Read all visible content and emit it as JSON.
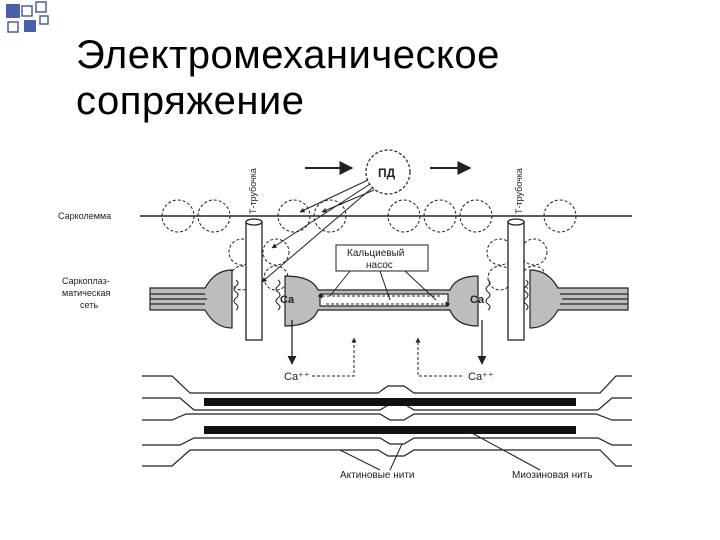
{
  "title": {
    "line1": "Электромеханическое",
    "line2": "сопряжение"
  },
  "diagram": {
    "ap_label": "ПД",
    "t_tubule_left": "Т-трубочка",
    "t_tubule_right": "Т-трубочка",
    "sarcolemma": "Сарколемма",
    "sr_line1": "Саркоплаз-",
    "sr_line2": "матическая",
    "sr_line3": "сеть",
    "pump_line1": "Кальциевый",
    "pump_line2": "насос",
    "ca_left": "Ca",
    "ca_right": "Ca",
    "ca_ion_left": "Ca⁺⁺",
    "ca_ion_right": "Ca⁺⁺",
    "actin": "Актиновые нити",
    "myosin": "Миозиновая нить"
  },
  "colors": {
    "corner_blue": "#4b5fa8",
    "ink": "#222222",
    "sr_fill": "#bdbdbd"
  }
}
